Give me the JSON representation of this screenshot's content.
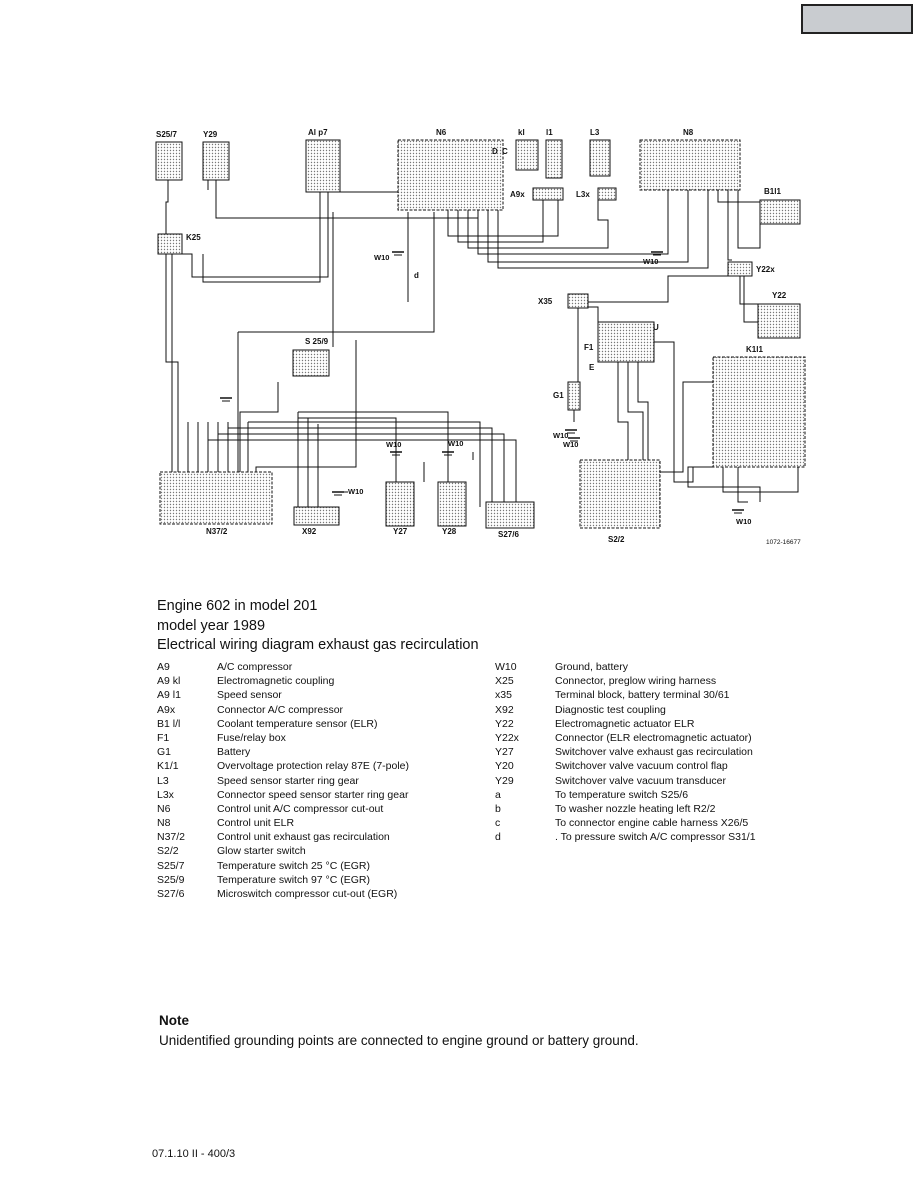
{
  "diagram": {
    "components": [
      {
        "id": "S25/7",
        "label": "S25/7"
      },
      {
        "id": "Y29",
        "label": "Y29"
      },
      {
        "id": "B1/7",
        "label": "Al p7"
      },
      {
        "id": "N6",
        "label": "N6"
      },
      {
        "id": "A9kl",
        "label": "kl"
      },
      {
        "id": "A9l1",
        "label": "l1"
      },
      {
        "id": "A9",
        "label": "A9"
      },
      {
        "id": "L3",
        "label": "L3"
      },
      {
        "id": "N8",
        "label": "N8"
      },
      {
        "id": "B1l1",
        "label": "B1l1"
      },
      {
        "id": "K25",
        "label": "K25"
      },
      {
        "id": "A9x",
        "label": "A9x"
      },
      {
        "id": "L3x",
        "label": "L3x"
      },
      {
        "id": "Y22x",
        "label": "Y22x"
      },
      {
        "id": "Y22",
        "label": "Y22"
      },
      {
        "id": "X35",
        "label": "X35"
      },
      {
        "id": "F1",
        "label": "F1"
      },
      {
        "id": "E",
        "label": "E"
      },
      {
        "id": "U",
        "label": "U"
      },
      {
        "id": "G1",
        "label": "G1"
      },
      {
        "id": "K1/1",
        "label": "K1l1"
      },
      {
        "id": "S25/9",
        "label": "S 25/9"
      },
      {
        "id": "N37/2",
        "label": "N37/2"
      },
      {
        "id": "X92",
        "label": "X92"
      },
      {
        "id": "Y27",
        "label": "Y27"
      },
      {
        "id": "Y28",
        "label": "Y28"
      },
      {
        "id": "S27/6",
        "label": "S27/6"
      },
      {
        "id": "S2/2",
        "label": "S2/2"
      }
    ],
    "grounds": [
      "W10",
      "W10",
      "W10",
      "W10",
      "W10",
      "W10",
      "W10",
      "W10"
    ],
    "connection_letters": [
      "D",
      "C",
      "d"
    ],
    "figure_number": "1072-16677"
  },
  "caption": {
    "line1": "Engine 602 in model 201",
    "line2": "model year 1989",
    "line3": "Electrical wiring diagram exhaust gas recirculation"
  },
  "legend_left": [
    {
      "code": "A9",
      "desc": "A/C compressor"
    },
    {
      "code": "A9 kl",
      "desc": "Electromagnetic coupling"
    },
    {
      "code": "A9 l1",
      "desc": "Speed sensor"
    },
    {
      "code": "A9x",
      "desc": "Connector A/C compressor"
    },
    {
      "code": "B1 l/l",
      "desc": "Coolant temperature sensor (ELR)"
    },
    {
      "code": "F1",
      "desc": "Fuse/relay box"
    },
    {
      "code": "G1",
      "desc": "Battery"
    },
    {
      "code": "K1/1",
      "desc": "Overvoltage protection relay 87E (7-pole)"
    },
    {
      "code": "L3",
      "desc": "Speed sensor starter ring gear"
    },
    {
      "code": "L3x",
      "desc": "Connector speed sensor starter ring gear"
    },
    {
      "code": "N6",
      "desc": "Control unit A/C compressor cut-out"
    },
    {
      "code": "N8",
      "desc": "Control unit ELR"
    },
    {
      "code": "N37/2",
      "desc": "Control unit exhaust gas recirculation"
    },
    {
      "code": "S2/2",
      "desc": "Glow starter switch"
    },
    {
      "code": "S25/7",
      "desc": "Temperature switch 25 °C (EGR)"
    },
    {
      "code": "S25/9",
      "desc": "Temperature switch 97 °C (EGR)"
    },
    {
      "code": "S27/6",
      "desc": "Microswitch compressor cut-out (EGR)"
    }
  ],
  "legend_right": [
    {
      "code": "W10",
      "desc": "Ground, battery"
    },
    {
      "code": "X25",
      "desc": "Connector, preglow wiring harness"
    },
    {
      "code": "x35",
      "desc": "Terminal block, battery terminal 30/61"
    },
    {
      "code": "X92",
      "desc": "Diagnostic test coupling"
    },
    {
      "code": "Y22",
      "desc": "Electromagnetic actuator ELR"
    },
    {
      "code": "Y22x",
      "desc": "Connector (ELR electromagnetic actuator)"
    },
    {
      "code": "Y27",
      "desc": "Switchover valve exhaust gas recirculation"
    },
    {
      "code": "Y20",
      "desc": "Switchover valve vacuum control flap"
    },
    {
      "code": "Y29",
      "desc": "Switchover valve vacuum transducer"
    },
    {
      "code": "a",
      "desc": "To temperature switch S25/6"
    },
    {
      "code": "b",
      "desc": "To washer nozzle heating left R2/2"
    },
    {
      "code": "c",
      "desc": "To connector engine cable harness X26/5"
    },
    {
      "code": "d",
      "desc": ". To pressure switch A/C compressor S31/1"
    }
  ],
  "note": {
    "title": "Note",
    "text": "Unidentified grounding points are connected to engine ground or battery ground."
  },
  "footer": "07.1.10 II - 400/3"
}
